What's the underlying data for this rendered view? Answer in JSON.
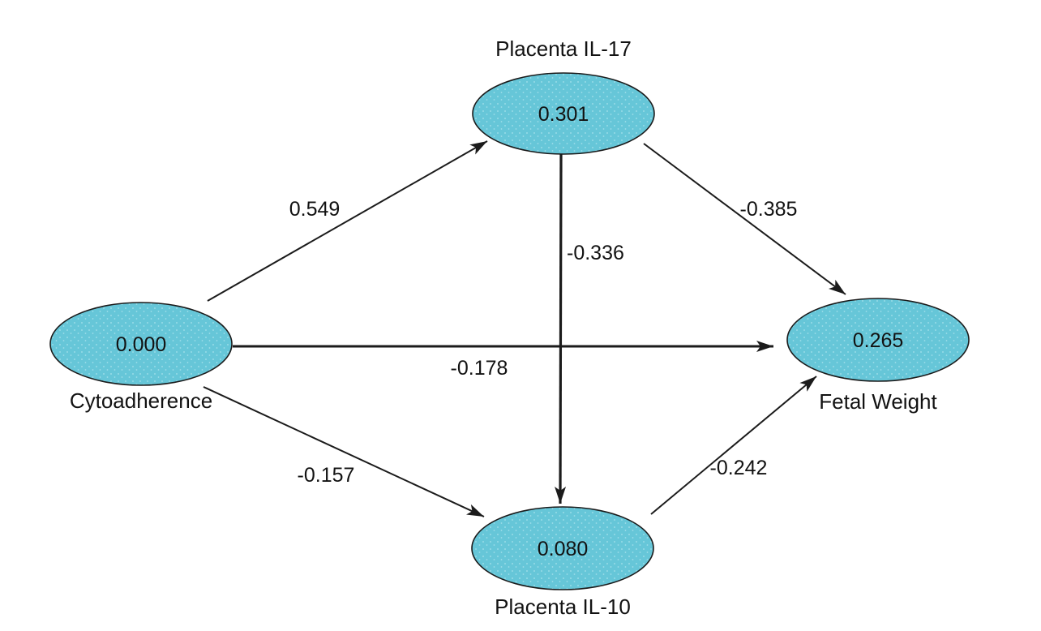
{
  "diagram": {
    "type": "path-model",
    "nodes": [
      {
        "id": "placenta-il17",
        "label": "Placenta IL-17",
        "value": "0.301",
        "label_position": "above"
      },
      {
        "id": "cytoadherence",
        "label": "Cytoadherence",
        "value": "0.000",
        "label_position": "below"
      },
      {
        "id": "fetal-weight",
        "label": "Fetal Weight",
        "value": "0.265",
        "label_position": "below"
      },
      {
        "id": "placenta-il10",
        "label": "Placenta IL-10",
        "value": "0.080",
        "label_position": "below"
      }
    ],
    "edges": [
      {
        "from": "cytoadherence",
        "to": "placenta-il17",
        "value": "0.549"
      },
      {
        "from": "cytoadherence",
        "to": "fetal-weight",
        "value": "-0.178"
      },
      {
        "from": "cytoadherence",
        "to": "placenta-il10",
        "value": "-0.157"
      },
      {
        "from": "placenta-il17",
        "to": "fetal-weight",
        "value": "-0.385"
      },
      {
        "from": "placenta-il17",
        "to": "placenta-il10",
        "value": "-0.336"
      },
      {
        "from": "placenta-il10",
        "to": "fetal-weight",
        "value": "-0.242"
      }
    ],
    "colors": {
      "node_fill": "#66C6D8",
      "node_stroke": "#1b1b1b",
      "edge_stroke": "#1b1b1b",
      "text": "#121212",
      "background": "#ffffff"
    }
  }
}
